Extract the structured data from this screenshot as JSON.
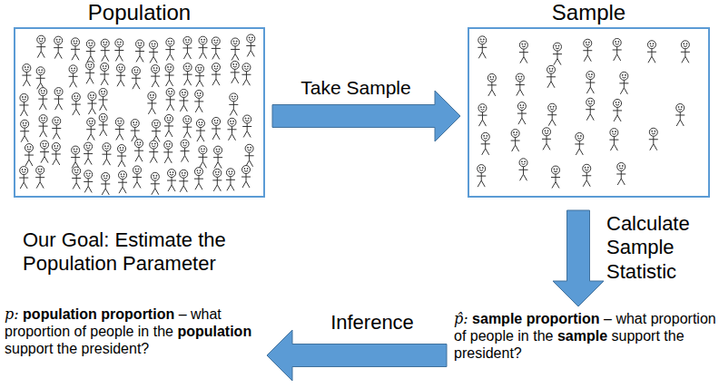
{
  "diagram": {
    "nodes": [
      {
        "text": [
          "Population"
        ]
      },
      {
        "text": [
          "Sample"
        ]
      },
      {
        "text": [
          "Our Goal: Estimate the Population Parameter",
          "p: population proportion – what proportion of people in the population support the president?"
        ]
      },
      {
        "text": [
          "p̂: sample proportion – what proportion of people in the sample support the president?"
        ]
      }
    ],
    "edges": [
      {
        "from": 0,
        "to": 1,
        "arrow": "to",
        "label": "Take Sample"
      },
      {
        "from": 1,
        "to": 3,
        "arrow": "to",
        "label": "Calculate Sample Statistic"
      },
      {
        "from": 3,
        "to": 2,
        "arrow": "to",
        "label": "Inference"
      }
    ]
  }
}
